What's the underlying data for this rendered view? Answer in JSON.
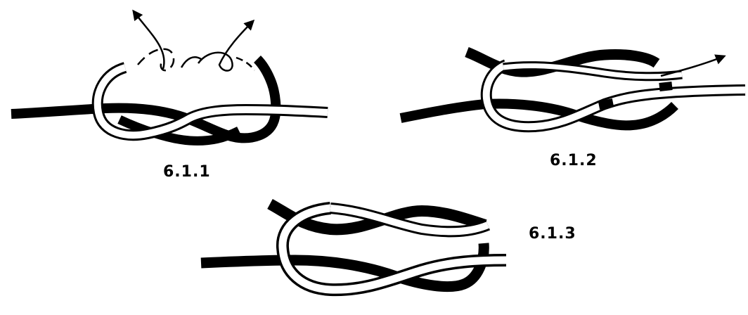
{
  "figure": {
    "steps": [
      {
        "id": "step-1",
        "label": "6.1.1"
      },
      {
        "id": "step-2",
        "label": "6.1.2"
      },
      {
        "id": "step-3",
        "label": "6.1.3"
      }
    ],
    "colors": {
      "dark_rope": "#000000",
      "light_rope_fill": "#ffffff",
      "outline": "#000000",
      "background": "#ffffff"
    },
    "icons": [
      "arrow-icon"
    ]
  }
}
